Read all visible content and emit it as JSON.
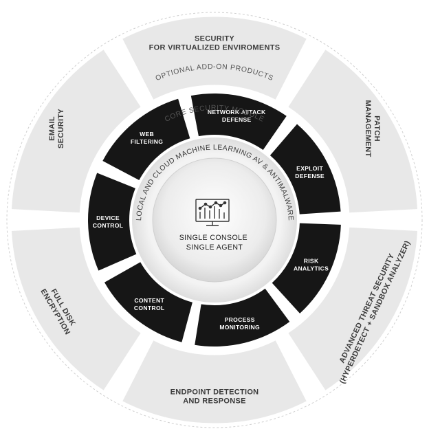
{
  "outer_ring": {
    "title": "OPTIONAL ADD-ON PRODUCTS",
    "segments": [
      {
        "lines": [
          "SECURITY",
          "FOR VIRTUALIZED ENVIROMENTS"
        ]
      },
      {
        "lines": [
          "PATCH",
          "MANAGEMENT"
        ]
      },
      {
        "lines": [
          "ADVANCED THREAT SECURITY",
          "(HYPERDETECT + SANDBOX ANALYZER)"
        ]
      },
      {
        "lines": [
          "ENDPOINT DETECTION",
          "AND RESPONSE"
        ]
      },
      {
        "lines": [
          "FULL DISK",
          "ENCRYPTION"
        ]
      },
      {
        "lines": [
          "EMAIL",
          "SECURITY"
        ]
      }
    ]
  },
  "core_ring": {
    "title": "CORE SECURITY MODULE",
    "segments": [
      {
        "lines": [
          "NETWORK ATTACK",
          "DEFENSE"
        ]
      },
      {
        "lines": [
          "EXPLOIT",
          "DEFENSE"
        ]
      },
      {
        "lines": [
          "RISK",
          "ANALYTICS"
        ]
      },
      {
        "lines": [
          "PROCESS",
          "MONITORING"
        ]
      },
      {
        "lines": [
          "CONTENT",
          "CONTROL"
        ]
      },
      {
        "lines": [
          "DEVICE",
          "CONTROL"
        ]
      },
      {
        "lines": [
          "WEB",
          "FILTERING"
        ]
      }
    ]
  },
  "ml_ring": {
    "label": "LOCAL AND CLOUD MACHINE LEARNING AV & ANTIMALWARE"
  },
  "center": {
    "icon": "monitor-chart-icon",
    "lines": [
      "SINGLE CONSOLE",
      "SINGLE AGENT"
    ]
  }
}
